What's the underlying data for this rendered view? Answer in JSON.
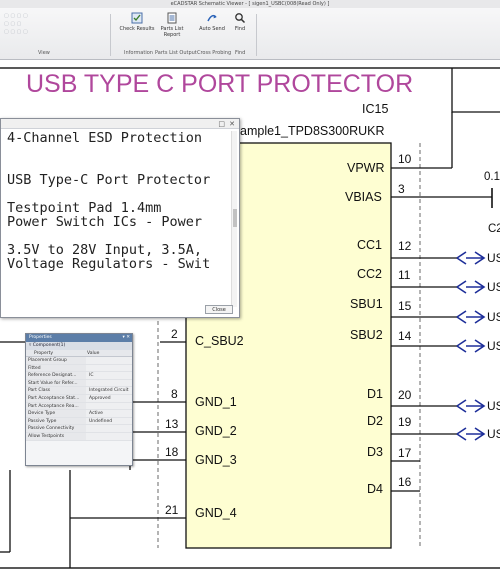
{
  "window": {
    "title": "eCADSTAR Schematic Viewer - [ sigen1_USBC(008(Read Only) ]"
  },
  "ribbon": {
    "group_view_label": "View",
    "buttons": [
      {
        "label": "Check Results",
        "sub": "Information",
        "icon": "check-results-icon"
      },
      {
        "label": "Parts List Report",
        "sub": "Parts List Output",
        "icon": "parts-list-icon"
      },
      {
        "label": "Auto Send",
        "sub": "Cross Probing",
        "icon": "auto-send-icon"
      },
      {
        "label": "Find",
        "sub": "Find",
        "icon": "find-icon"
      }
    ]
  },
  "schematic": {
    "title": "USB TYPE C PORT PROTECTOR",
    "refdes": "IC15",
    "part_name": "ample1_TPD8S300RUKR",
    "left_pins": [
      {
        "num": "2",
        "name": "C_SBU2"
      },
      {
        "num": "8",
        "name": "GND_1"
      },
      {
        "num": "13",
        "name": "GND_2"
      },
      {
        "num": "18",
        "name": "GND_3"
      },
      {
        "num": "21",
        "name": "GND_4"
      }
    ],
    "right_pins": [
      {
        "num": "10",
        "name": "VPWR"
      },
      {
        "num": "3",
        "name": "VBIAS"
      },
      {
        "num": "12",
        "name": "CC1"
      },
      {
        "num": "11",
        "name": "CC2"
      },
      {
        "num": "15",
        "name": "SBU1"
      },
      {
        "num": "14",
        "name": "SBU2"
      },
      {
        "num": "20",
        "name": "D1"
      },
      {
        "num": "19",
        "name": "D2"
      },
      {
        "num": "17",
        "name": "D3"
      },
      {
        "num": "16",
        "name": "D4"
      }
    ],
    "net_label": "US",
    "cap_value": "0.1",
    "cap_ref": "C2",
    "left_fragment": "2"
  },
  "info_window": {
    "lines": [
      "4-Channel ESD Protection",
      "",
      "",
      "USB Type-C Port Protector",
      "",
      "Testpoint Pad 1.4mm",
      "Power Switch ICs - Power",
      "",
      "3.5V to 28V Input, 3.5A,",
      "Voltage Regulators - Swit"
    ],
    "close_label": "Close"
  },
  "properties": {
    "title": "Properties",
    "subtitle": "Component(1)",
    "col_property": "Property",
    "col_value": "Value",
    "rows": [
      {
        "k": "Placement Group",
        "v": ""
      },
      {
        "k": "Fitted",
        "v": ""
      },
      {
        "k": "Reference Designat...",
        "v": "IC"
      },
      {
        "k": "Start Value for Refer...",
        "v": ""
      },
      {
        "k": "Part Class",
        "v": "Integrated Circuit"
      },
      {
        "k": "Part Acceptance Stat...",
        "v": "Approved"
      },
      {
        "k": "Part Acceptance Rea...",
        "v": ""
      },
      {
        "k": "Device Type",
        "v": "Active"
      },
      {
        "k": "Passive Type",
        "v": "Undefined"
      },
      {
        "k": "Passive Connectivity",
        "v": ""
      },
      {
        "k": "Allow Testpoints",
        "v": ""
      }
    ]
  },
  "colors": {
    "title": "#b0479c",
    "part_fill": "#fefed2",
    "net_arrow": "#1e2f9a"
  }
}
